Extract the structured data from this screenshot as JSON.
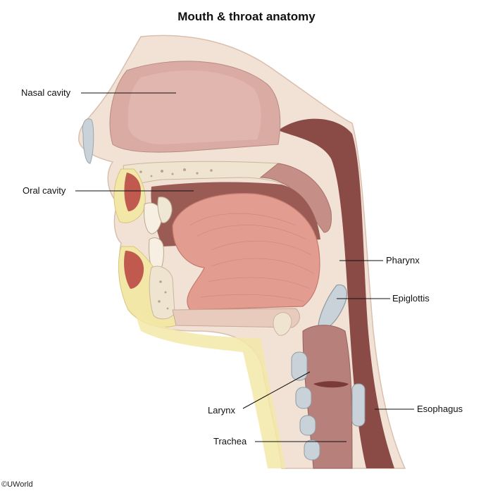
{
  "title": "Mouth & throat anatomy",
  "labels": {
    "nasal_cavity": "Nasal cavity",
    "oral_cavity": "Oral cavity",
    "pharynx": "Pharynx",
    "epiglottis": "Epiglottis",
    "larynx": "Larynx",
    "esophagus": "Esophagus",
    "trachea": "Trachea"
  },
  "copyright": "©UWorld",
  "colors": {
    "skin": "#f2e2d6",
    "tissue_dark": "#b07872",
    "tissue_mid": "#d3a29b",
    "nasal": "#dcb2aa",
    "tongue": "#e39d90",
    "bone": "#efe4cf",
    "fat": "#f3e7a8",
    "cartilage": "#c9d2d8",
    "cavity_dark": "#7f3f3c"
  }
}
